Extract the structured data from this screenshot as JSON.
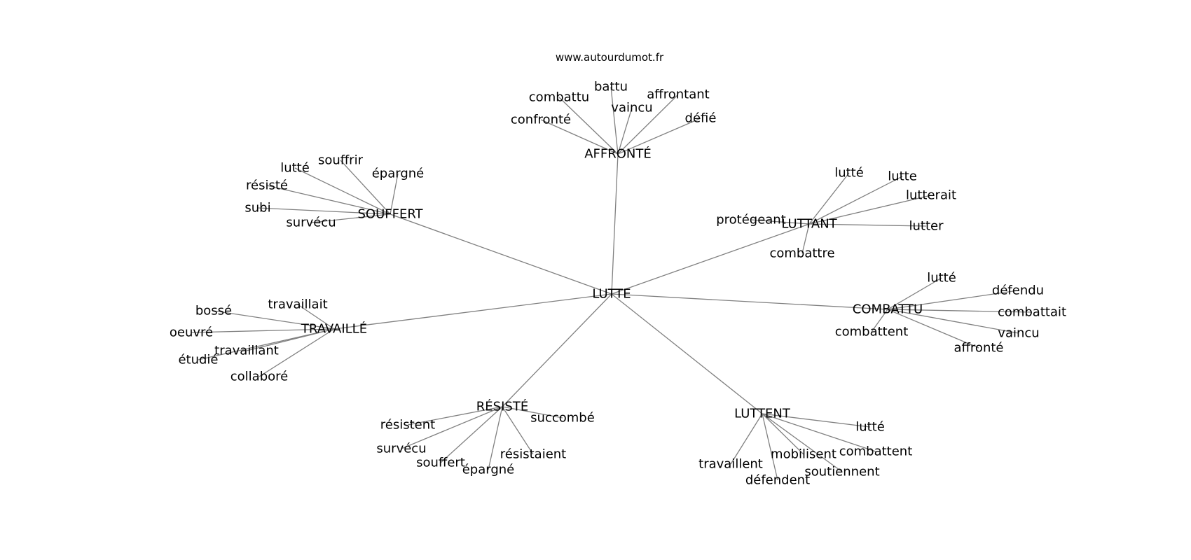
{
  "source": "www.autourdumot.fr",
  "colors": {
    "edge": "#808080",
    "text": "#000000",
    "background": "#ffffff"
  },
  "graph": {
    "center": "LUTTE",
    "clusters": [
      {
        "hub": "AFFRONTÉ",
        "leaves": [
          "combattu",
          "battu",
          "vaincu",
          "affrontant",
          "confronté",
          "défié"
        ]
      },
      {
        "hub": "SOUFFERT",
        "leaves": [
          "lutté",
          "souffrir",
          "épargné",
          "résisté",
          "subi",
          "survécu"
        ]
      },
      {
        "hub": "LUTTANT",
        "leaves": [
          "lutté",
          "lutte",
          "lutterait",
          "protégeant",
          "lutter",
          "combattre"
        ]
      },
      {
        "hub": "COMBATTU",
        "leaves": [
          "lutté",
          "défendu",
          "combattait",
          "combattent",
          "vaincu",
          "affronté"
        ]
      },
      {
        "hub": "TRAVAILLÉ",
        "leaves": [
          "travaillait",
          "bossé",
          "oeuvré",
          "travaillant",
          "étudié",
          "collaboré"
        ]
      },
      {
        "hub": "RÉSISTÉ",
        "leaves": [
          "résistent",
          "succombé",
          "survécu",
          "souffert",
          "résistaient",
          "épargné"
        ]
      },
      {
        "hub": "LUTTENT",
        "leaves": [
          "lutté",
          "combattent",
          "mobilisent",
          "travaillent",
          "soutiennent",
          "défendent"
        ]
      }
    ]
  }
}
